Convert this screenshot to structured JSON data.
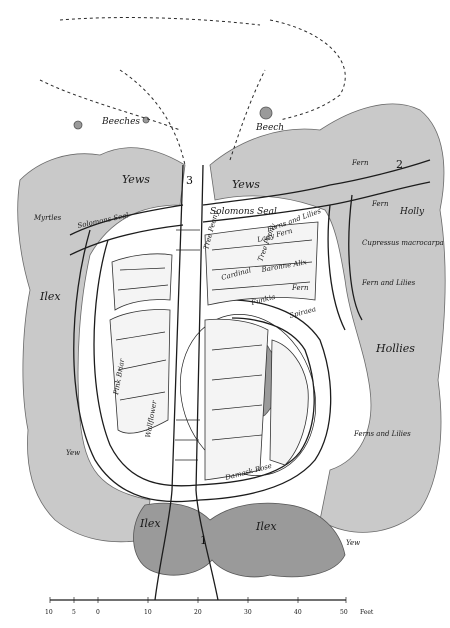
{
  "labels": {
    "beeches": "Beeches",
    "beech": "Beech",
    "yews_left": "Yews",
    "yews_right": "Yews",
    "myrtles": "Myrtles",
    "solomons_seal_left": "Solomons Seal",
    "solomons_seal_right": "Solomons Seal",
    "ferns_lilies_top": "Ferns and Lilies",
    "fern_top_right": "Fern",
    "fern_right": "Fern",
    "holly": "Holly",
    "cupressus": "Cupressus macrocarpa",
    "ferns_lilies_right": "Fern and Lilies",
    "hollies": "Hollies",
    "ferns_lilies_lower": "Ferns and Lilies",
    "ilex_left": "Ilex",
    "ilex_bottom_left": "Ilex",
    "ilex_bottom_mid": "Ilex",
    "yew_left": "Yew",
    "yew_bottom_right": "Yew",
    "tree_peony_left": "Tree Peony",
    "tree_peony_right": "Tree Peony",
    "lady_fern": "Lady Fern",
    "baronne_alix": "Baronne Alix",
    "fern_mid": "Fern",
    "cardinal": "Cardinal",
    "funkia": "Funkia",
    "spiraea": "Spiraea",
    "pink_briar": "Pink Briar",
    "damask_rose": "Damask Rose",
    "wallflower": "Wallflower"
  },
  "path_numbers": {
    "one": "1",
    "two": "2",
    "three": "3"
  },
  "scale": {
    "ticks": [
      "10",
      "5",
      "0",
      "10",
      "20",
      "30",
      "40",
      "50"
    ],
    "unit": "Feet"
  }
}
